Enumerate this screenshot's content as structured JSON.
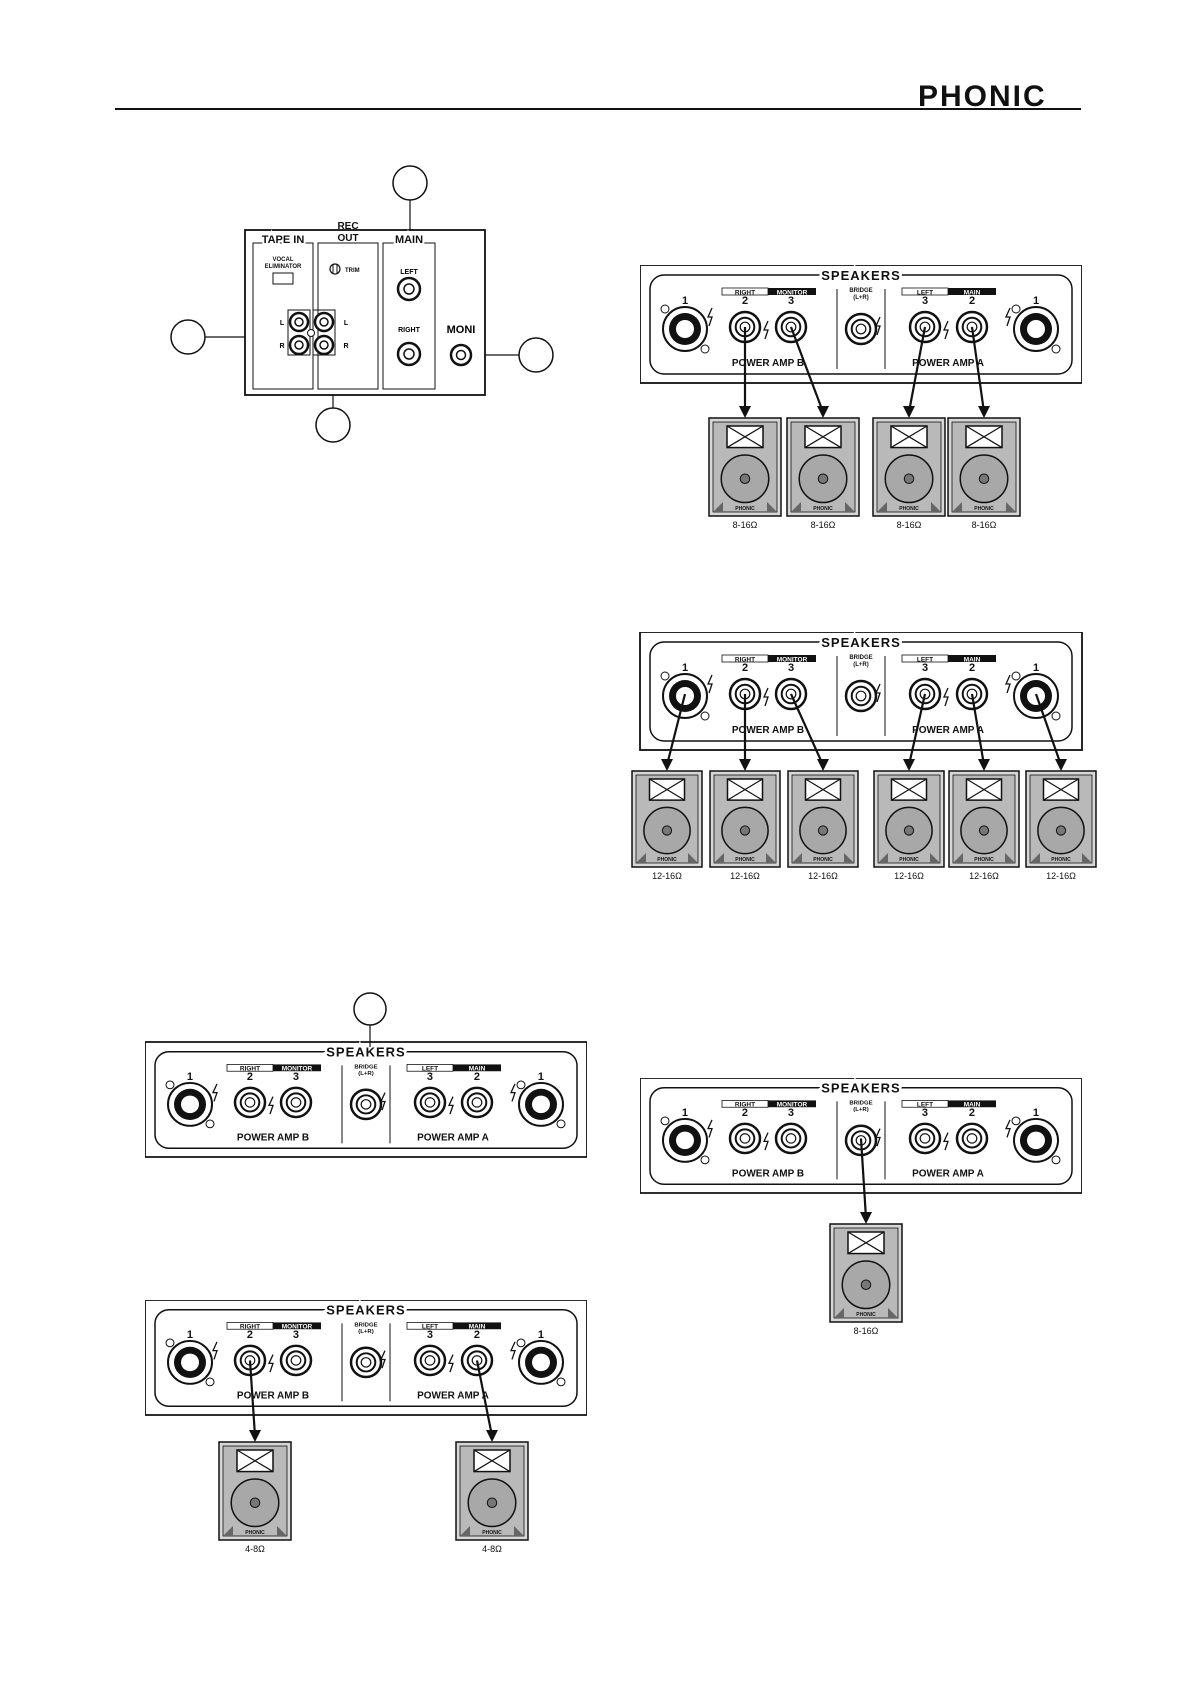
{
  "header": {
    "brand": "PHONIC"
  },
  "io_panel": {
    "tape_in": "TAPE IN",
    "rec_out_line1": "REC",
    "rec_out_line2": "OUT",
    "main": "MAIN",
    "vocal_line1": "VOCAL",
    "vocal_line2": "ELIMINATOR",
    "trim": "TRIM",
    "left": "LEFT",
    "right": "RIGHT",
    "moni": "MONI",
    "l": "L",
    "r": "R"
  },
  "speaker_panel": {
    "title": "SPEAKERS",
    "right_tag": "RIGHT",
    "monitor_tag": "MONITOR",
    "left_tag": "LEFT",
    "main_tag": "MAIN",
    "bridge_line1": "BRIDGE",
    "bridge_line2": "(L+R)",
    "power_amp_b": "POWER AMP B",
    "power_amp_a": "POWER AMP A",
    "n1": "1",
    "n2": "2",
    "n3": "3"
  },
  "cabinet_brand": "PHONIC",
  "figures": {
    "fig1_impedances": [
      "8-16Ω",
      "8-16Ω",
      "8-16Ω",
      "8-16Ω"
    ],
    "fig2_impedances": [
      "12-16Ω",
      "12-16Ω",
      "12-16Ω",
      "12-16Ω",
      "12-16Ω",
      "12-16Ω"
    ],
    "fig3_impedances": [
      "8-16Ω"
    ],
    "fig4_impedances": [
      "4-8Ω",
      "4-8Ω"
    ]
  }
}
